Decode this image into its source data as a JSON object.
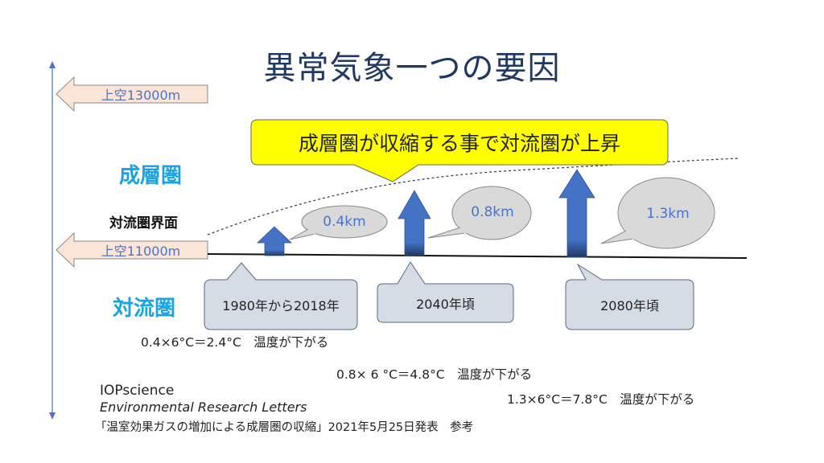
{
  "title": "異常気象一つの要因",
  "labels": {
    "stratosphere": "成層圏",
    "tropopause": "対流圏界面",
    "troposphere": "対流圏",
    "altitude_high": "上空13000m",
    "altitude_low": "上空11000m"
  },
  "headline": "成層圏が収縮する事で対流圏が上昇",
  "rises": [
    {
      "amount": "0.4km",
      "period": "1980年から2018年"
    },
    {
      "amount": "0.8km",
      "period": "2040年頃"
    },
    {
      "amount": "1.3km",
      "period": "2080年頃"
    }
  ],
  "calculations": [
    "0.4×6°C＝2.4°C　温度が下がる",
    "0.8× 6 °C＝4.8°C　温度が下がる",
    "1.3×6°C＝7.8°C　温度が下がる"
  ],
  "source": {
    "publisher": "IOPscience",
    "journal": "Environmental Research Letters",
    "citation": "「温室効果ガスの増加による成層圏の収縮」2021年5月25日発表　参考"
  },
  "colors": {
    "title": "#1f3864",
    "label_blue": "#1aa3e0",
    "arrow_fill": "#4472c4",
    "box_fill": "#fbe5d6",
    "callout_fill": "#d6dce4",
    "bubble_fill": "#d9d9d9",
    "highlight": "#ffff00"
  }
}
